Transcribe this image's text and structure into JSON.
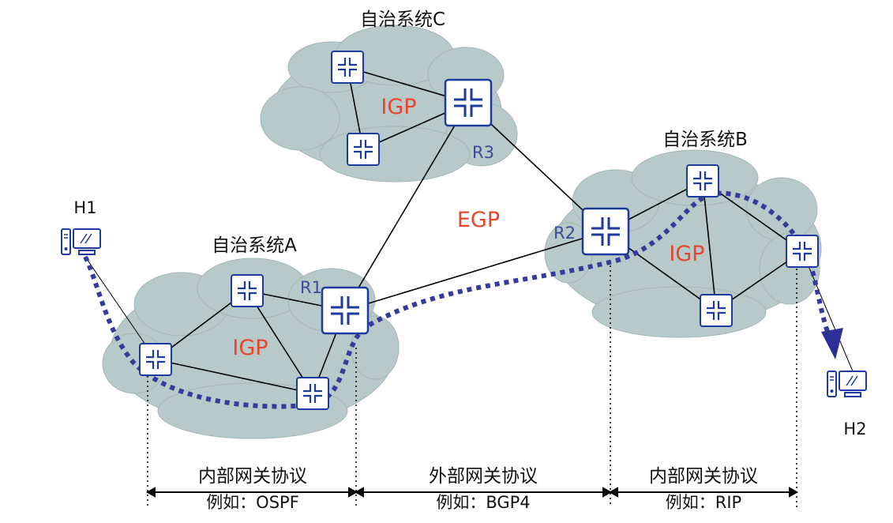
{
  "autonomous_systems": {
    "a_label": "自治系统A",
    "b_label": "自治系统B",
    "c_label": "自治系统C",
    "igp_label": "IGP"
  },
  "egp_label": "EGP",
  "routers": {
    "r1": "R1",
    "r2": "R2",
    "r3": "R3"
  },
  "hosts": {
    "h1": "H1",
    "h2": "H2"
  },
  "segments": [
    {
      "title": "内部网关协议",
      "example": "例如：OSPF"
    },
    {
      "title": "外部网关协议",
      "example": "例如：BGP4"
    },
    {
      "title": "内部网关协议",
      "example": "例如：RIP"
    }
  ],
  "colors": {
    "cloud": "#b8c9c9",
    "cloud_stroke": "#a7b7b7",
    "router_blue": "#1d3a9e",
    "path_blue": "#3a3f9e",
    "igp_red": "#e8452c"
  }
}
